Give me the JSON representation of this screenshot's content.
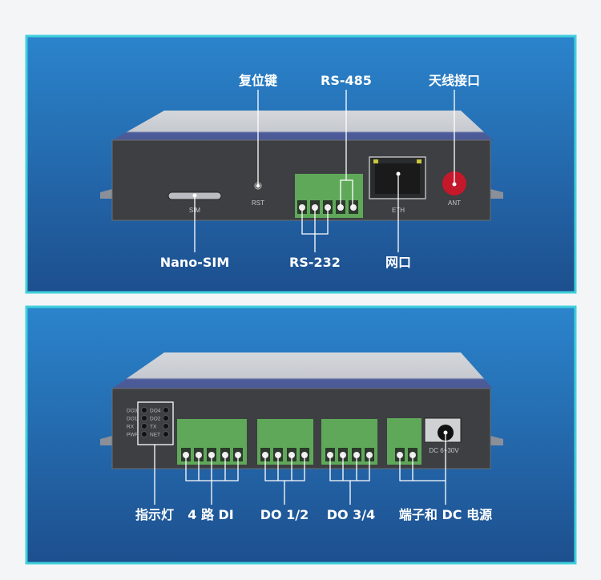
{
  "colors": {
    "panel_top": "#2b7fc6",
    "panel_bottom": "#1d4f8e",
    "border": "#3fd0dc",
    "device_face": "#3d3f42",
    "terminal": "#5fa85a"
  },
  "top_panel": {
    "callouts": {
      "reset": "复位键",
      "rs485": "RS-485",
      "antenna": "天线接口",
      "nano_sim": "Nano-SIM",
      "rs232": "RS-232",
      "ethernet": "网口"
    },
    "silkscreen": {
      "sim": "SIM",
      "rst": "RST",
      "eth": "ETH",
      "ant": "ANT"
    }
  },
  "bottom_panel": {
    "callouts": {
      "indicators": "指示灯",
      "di": "4 路 DI",
      "do12": "DO 1/2",
      "do34": "DO 3/4",
      "power": "端子和 DC 电源"
    },
    "leds": [
      "DO3",
      "DO4",
      "DO1",
      "DO2",
      "RX",
      "TX",
      "PWR",
      "NET"
    ],
    "power_label": "DC 6~30V"
  }
}
